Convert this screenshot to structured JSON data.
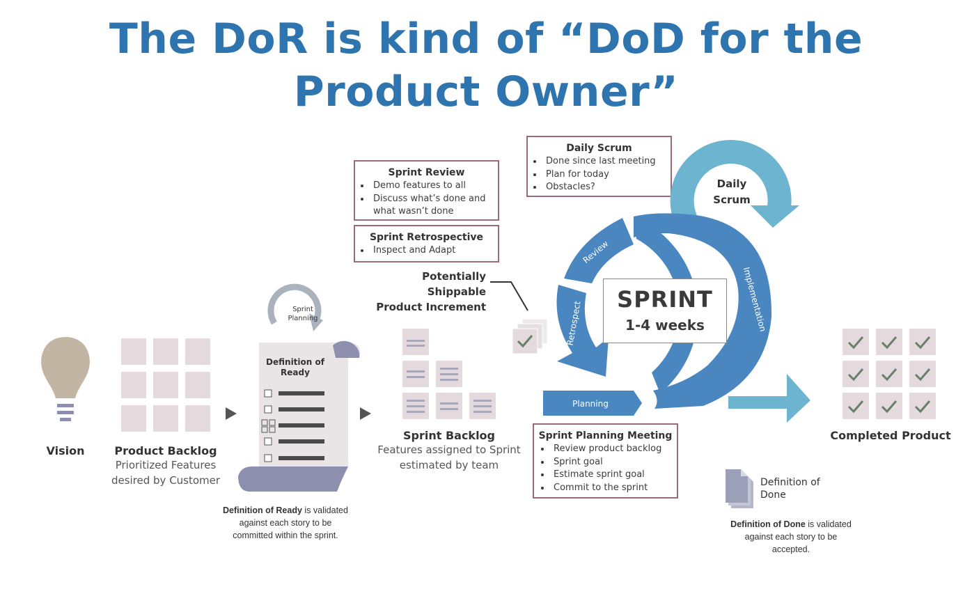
{
  "title": {
    "line1": "The DoR is kind of “DoD for the",
    "line2": "Product Owner”"
  },
  "vision": {
    "label": "Vision"
  },
  "product_backlog": {
    "label": "Product Backlog",
    "sub1": "Prioritized Features",
    "sub2": "desired by Customer"
  },
  "dor_scroll": {
    "cycle_line1": "Sprint",
    "cycle_line2": "Planning",
    "heading1": "Definition of",
    "heading2": "Ready"
  },
  "dor_note": {
    "bold": "Definition of Ready",
    "line1_rest": " is validated",
    "line2": "against each story to be",
    "line3": "committed within the sprint."
  },
  "sprint_backlog": {
    "label": "Sprint Backlog",
    "sub1": "Features assigned to Sprint",
    "sub2": "estimated by team"
  },
  "sprint_review": {
    "title": "Sprint Review",
    "items": [
      "Demo features to all",
      "Discuss what’s done and",
      "what wasn’t done"
    ]
  },
  "sprint_retro": {
    "title": "Sprint Retrospective",
    "items": [
      "Inspect and Adapt"
    ]
  },
  "daily_scrum_box": {
    "title": "Daily Scrum",
    "items": [
      "Done since last meeting",
      "Plan for today",
      "Obstacles?"
    ]
  },
  "increment": {
    "line1": "Potentially Shippable",
    "line2": "Product Increment"
  },
  "cycle": {
    "daily_line1": "Daily",
    "daily_line2": "Scrum",
    "review": "Review",
    "implementation": "Implementation",
    "retrospect": "Retrospect",
    "planning": "Planning"
  },
  "sprint_center": {
    "title": "SPRINT",
    "duration": "1-4 weeks"
  },
  "planning_meeting": {
    "title": "Sprint Planning Meeting",
    "items": [
      "Review product backlog",
      "Sprint goal",
      "Estimate sprint goal",
      "Commit to the sprint"
    ]
  },
  "completed": {
    "label": "Completed Product"
  },
  "dod": {
    "line1": "Definition of",
    "line2": "Done"
  },
  "dod_note": {
    "bold": "Definition of Done",
    "line1_rest": " is validated",
    "line2": "against each story to be",
    "line3": "accepted."
  },
  "colors": {
    "title": "#2e75b0",
    "cycle_dark": "#4a86c0",
    "cycle_light": "#6cb4d0",
    "box_border": "#9a6b74",
    "tile": "#e4d9dc",
    "bulb": "#c2b5a3"
  }
}
